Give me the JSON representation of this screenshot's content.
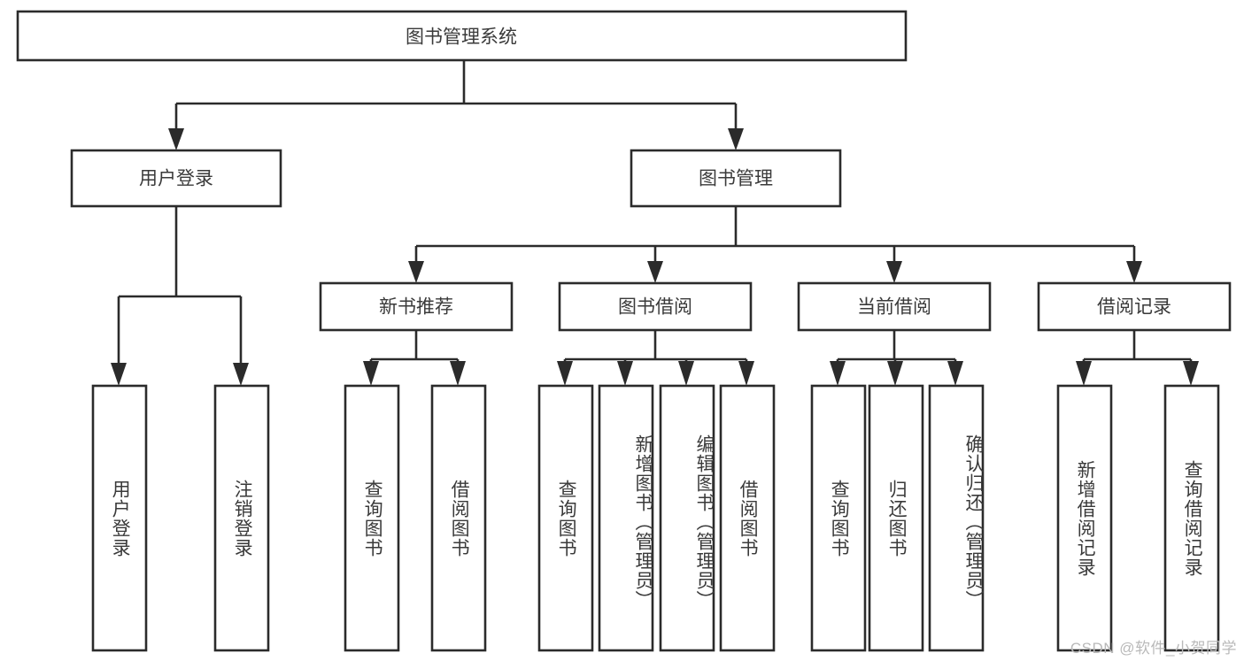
{
  "diagram": {
    "type": "tree-hierarchy-chart",
    "title": "图书管理系统",
    "colors": {
      "stroke": "#2b2b2b",
      "box_fill": "#ffffff",
      "text": "#3a3a3a",
      "background": "#ffffff",
      "watermark": "#b9b9b9"
    },
    "root": {
      "label": "图书管理系统"
    },
    "level1": [
      {
        "label": "用户登录"
      },
      {
        "label": "图书管理"
      }
    ],
    "level2": [
      {
        "label": "新书推荐"
      },
      {
        "label": "图书借阅"
      },
      {
        "label": "当前借阅"
      },
      {
        "label": "借阅记录"
      }
    ],
    "leaves": {
      "用户登录": [
        {
          "label": "用户登录"
        },
        {
          "label": "注销登录"
        }
      ],
      "新书推荐": [
        {
          "label": "查询图书"
        },
        {
          "label": "借阅图书"
        }
      ],
      "图书借阅": [
        {
          "label": "查询图书"
        },
        {
          "label": "新增图书（管理员）"
        },
        {
          "label": "编辑图书（管理员）"
        },
        {
          "label": "借阅图书"
        }
      ],
      "当前借阅": [
        {
          "label": "查询图书"
        },
        {
          "label": "归还图书"
        },
        {
          "label": "确认归还（管理员）"
        }
      ],
      "借阅记录": [
        {
          "label": "新增借阅记录"
        },
        {
          "label": "查询借阅记录"
        }
      ]
    }
  },
  "watermark": {
    "text": "CSDN @软件_小贺同学"
  }
}
